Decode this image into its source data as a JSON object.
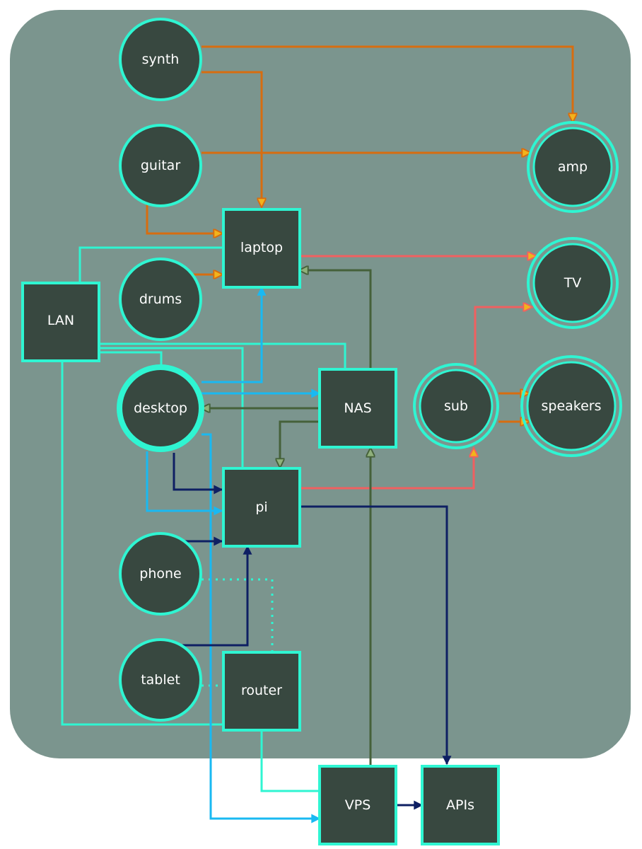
{
  "colors": {
    "background": "#7b958e",
    "node_fill": "#384840",
    "node_stroke": "#2ff5d2",
    "text": "#ffffff",
    "audio": "#d76d10",
    "audio_head": "#f2b31c",
    "video": "#f06060",
    "video_head": "#f2b31c",
    "lan": "#2ff5d2",
    "wifi": "#2ff5d2",
    "usb": "#19b9f2",
    "storage": "#45613a",
    "storage_head": "#8fb07b",
    "control": "#0e1f63"
  },
  "nodes": {
    "synth": "synth",
    "guitar": "guitar",
    "drums": "drums",
    "laptop": "laptop",
    "amp": "amp",
    "tv": "TV",
    "lan": "LAN",
    "desktop": "desktop",
    "nas": "NAS",
    "sub": "sub",
    "speakers": "speakers",
    "pi": "pi",
    "phone": "phone",
    "tablet": "tablet",
    "router": "router",
    "vps": "VPS",
    "apis": "APIs"
  }
}
